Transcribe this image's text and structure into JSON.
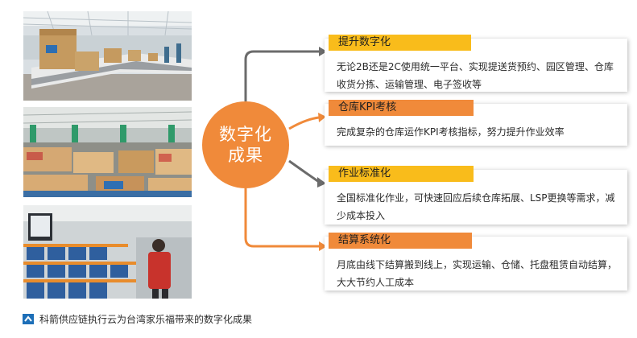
{
  "hub": {
    "label": "数字化\n成果"
  },
  "colors": {
    "orange": "#f08a3a",
    "yellow": "#f9bc1b",
    "connector_gray": "#6b6b6b",
    "caption_icon": "#1d6fb8"
  },
  "cards": [
    {
      "title": "提升数字化",
      "tag_color": "yellow",
      "text": "无论2B还是2C使用统一平台、实现提送货预约、园区管理、仓库收货分拣、运输管理、电子签收等"
    },
    {
      "title": "仓库KPI考核",
      "tag_color": "orange",
      "text": "完成复杂的仓库运作KPI考核指标，努力提升作业效率"
    },
    {
      "title": "作业标准化",
      "tag_color": "yellow",
      "text": "全国标准化作业，可快速回应后续仓库拓展、LSP更换等需求，减少成本投入"
    },
    {
      "title": "结算系统化",
      "tag_color": "orange",
      "text": "月底由线下结算搬到线上，实现运输、仓储、托盘租赁自动结算，大大节约人工成本"
    }
  ],
  "photos": [
    {
      "subject": "conveyor-warehouse-photo"
    },
    {
      "subject": "pallet-storage-photo"
    },
    {
      "subject": "picking-station-photo"
    }
  ],
  "caption": {
    "icon": "chevron-up-icon",
    "text": "科箭供应链执行云为台湾家乐福带来的数字化成果"
  }
}
